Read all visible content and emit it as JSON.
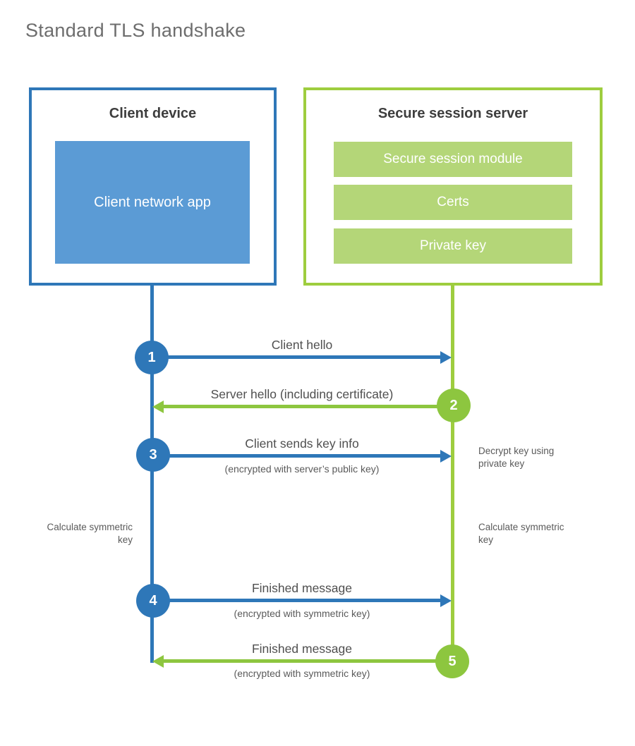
{
  "title": "Standard TLS handshake",
  "client": {
    "title": "Client device",
    "app": "Client network app"
  },
  "server": {
    "title": "Secure session server",
    "modules": [
      "Secure session module",
      "Certs",
      "Private key"
    ]
  },
  "messages": [
    {
      "num": "1",
      "label": "Client hello"
    },
    {
      "num": "2",
      "label": "Server hello (including certificate)"
    },
    {
      "num": "3",
      "label": "Client sends key info",
      "sub": "(encrypted with server’s public key)"
    },
    {
      "num": "4",
      "label": "Finished message",
      "sub": "(encrypted with symmetric key)"
    },
    {
      "num": "5",
      "label": "Finished message",
      "sub": "(encrypted with symmetric key)"
    }
  ],
  "notes": {
    "decrypt": "Decrypt key using private key",
    "calc_client": "Calculate symmetric key",
    "calc_server": "Calculate symmetric key"
  },
  "colors": {
    "blue-line": "#2e77b8",
    "blue-fill": "#5b9bd5",
    "green-line": "#9ecd3f",
    "green-circle": "#8dc63f",
    "green-fill": "#b4d678",
    "text-dark": "#3d3d3d",
    "text-gray": "#4f4f4f",
    "text-note": "#5a5a5a"
  }
}
